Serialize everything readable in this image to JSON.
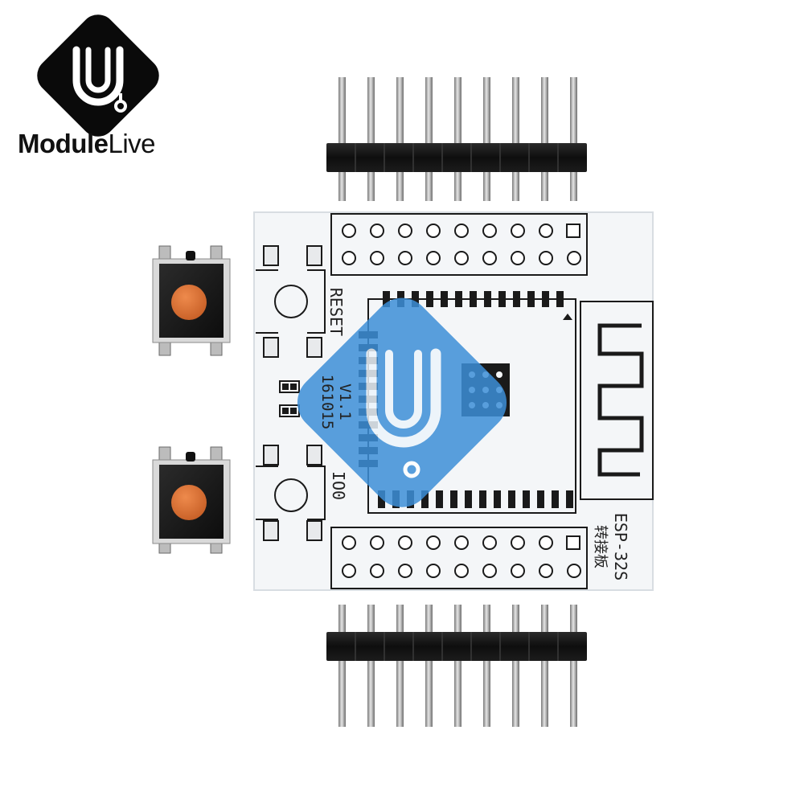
{
  "brand": {
    "name_bold": "Module",
    "name_light": "Live",
    "logo_icon": "circuit-u-logo-icon",
    "watermark_icon": "circuit-u-watermark-icon"
  },
  "pcb": {
    "reset_label": "RESET",
    "io0_label": "IO0",
    "version_label": "V1.1",
    "date_label": "161015",
    "model_label": "ESP-32S",
    "board_label": "转接板"
  },
  "colors": {
    "pcb_white": "#f4f6f8",
    "pin_header_black": "#141414",
    "pin_metal": "#b8b8b8",
    "button_cap": "#d8733a",
    "watermark_blue": "#3d8fd8",
    "logo_black": "#0a0a0a"
  }
}
